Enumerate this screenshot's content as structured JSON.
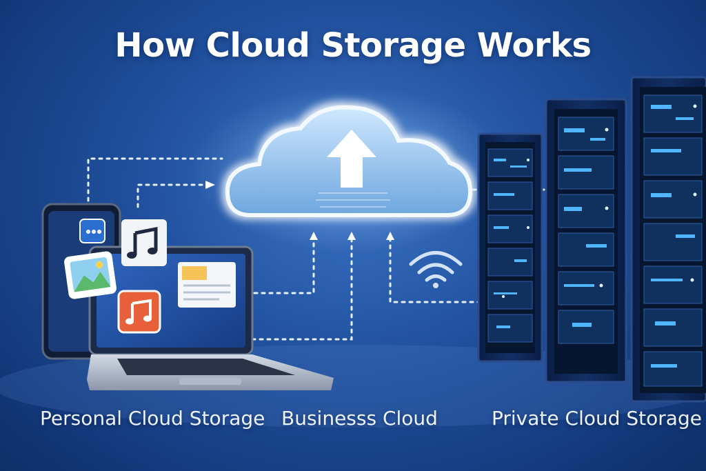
{
  "title": "How Cloud Storage Works",
  "captions": {
    "personal": "Personal Cloud Storage",
    "business": "Businesss Cloud",
    "private": "Private Cloud Storage"
  },
  "colors": {
    "background": "#1f4f9c",
    "cloud_glow": "#bfe3ff",
    "connector": "#e6f1ff",
    "music_icon_orange": "#e8603a",
    "server_light": "#4fb6ff"
  },
  "icons": [
    "cloud-upload-icon",
    "wifi-icon",
    "music-note-icon",
    "image-icon",
    "document-icon",
    "app-icon"
  ]
}
